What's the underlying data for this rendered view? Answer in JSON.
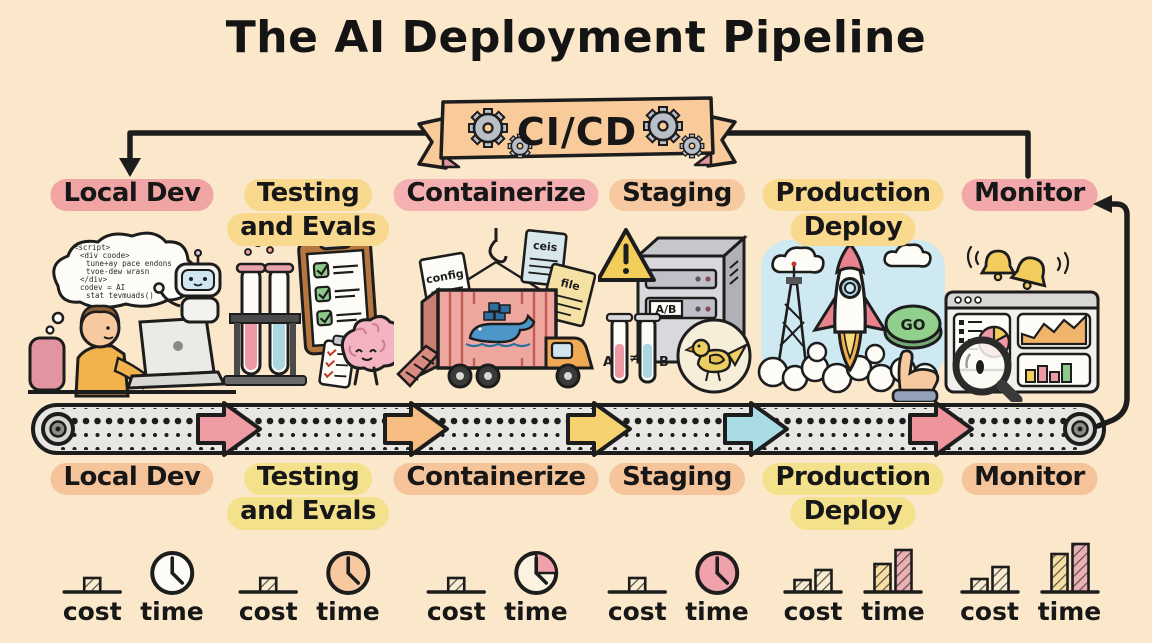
{
  "title": "The AI Deployment Pipeline",
  "banner": {
    "label": "CI/CD"
  },
  "legend": {
    "cost": "cost",
    "time": "time"
  },
  "colors": {
    "background": "#fbe7c9",
    "ink": "#1d1d1d",
    "banner_fill": "#f9cb9b",
    "belt_fill": "#e9e7e3",
    "arrows": [
      "#ef9ba3",
      "#f6bd82",
      "#f5d170",
      "#a9dce4",
      "#ee949c"
    ],
    "clock": {
      "white": "#fdfcf7",
      "peach": "#f6c9a1",
      "pink": "#efa2aa",
      "quarter_base": "#fbf2df"
    }
  },
  "stages": [
    {
      "id": "local-dev",
      "top": [
        "Local Dev",
        ""
      ],
      "bottom": [
        "Local Dev",
        ""
      ],
      "top_hl": "#f1a4a4",
      "bottom_hl": "#f6c49b",
      "cost_bars": [
        14
      ],
      "time": {
        "kind": "clock",
        "face": "white"
      }
    },
    {
      "id": "testing-and-evals",
      "top": [
        "Testing",
        "and Evals"
      ],
      "bottom": [
        "Testing",
        "and Evals"
      ],
      "top_hl": "#f8d98e",
      "bottom_hl": "#f4e18c",
      "cost_bars": [
        14
      ],
      "time": {
        "kind": "clock",
        "face": "peach"
      }
    },
    {
      "id": "containerize",
      "top": [
        "Containerize",
        ""
      ],
      "bottom": [
        "Containerize",
        ""
      ],
      "top_hl": "#f5b1b1",
      "bottom_hl": "#f6c49b",
      "cost_bars": [
        14
      ],
      "time": {
        "kind": "clock",
        "face": "quarter"
      }
    },
    {
      "id": "staging",
      "top": [
        "Staging",
        ""
      ],
      "bottom": [
        "Staging",
        ""
      ],
      "top_hl": "#f7c9a0",
      "bottom_hl": "#f6c49b",
      "cost_bars": [
        14
      ],
      "time": {
        "kind": "clock",
        "face": "pink"
      }
    },
    {
      "id": "production-deploy",
      "top": [
        "Production",
        "Deploy"
      ],
      "bottom": [
        "Production",
        "Deploy"
      ],
      "top_hl": "#f8d98e",
      "bottom_hl": "#f4e18c",
      "cost_bars": [
        12,
        22
      ],
      "time": {
        "kind": "bars",
        "bars": [
          28,
          42
        ]
      }
    },
    {
      "id": "monitor",
      "top": [
        "Monitor",
        ""
      ],
      "bottom": [
        "Monitor",
        ""
      ],
      "top_hl": "#f2a7ab",
      "bottom_hl": "#f6c49b",
      "cost_bars": [
        13,
        25
      ],
      "time": {
        "kind": "bars",
        "bars": [
          38,
          48
        ]
      }
    }
  ],
  "illustrations": {
    "local_dev": {
      "code": [
        "<script>",
        "<div coode>",
        "tune+ay pace endons",
        "tvoe-dew wrasn",
        "</div>",
        "codev = AI",
        "stat tevmuads()"
      ]
    },
    "containerize": {
      "files": [
        "config",
        "ceis",
        "file"
      ]
    },
    "staging": {
      "server_label": "A/B",
      "tube_a_label": "A",
      "compare_symbol": "≠",
      "tube_b_label": "B"
    },
    "production_deploy": {
      "go_button": "GO"
    }
  }
}
